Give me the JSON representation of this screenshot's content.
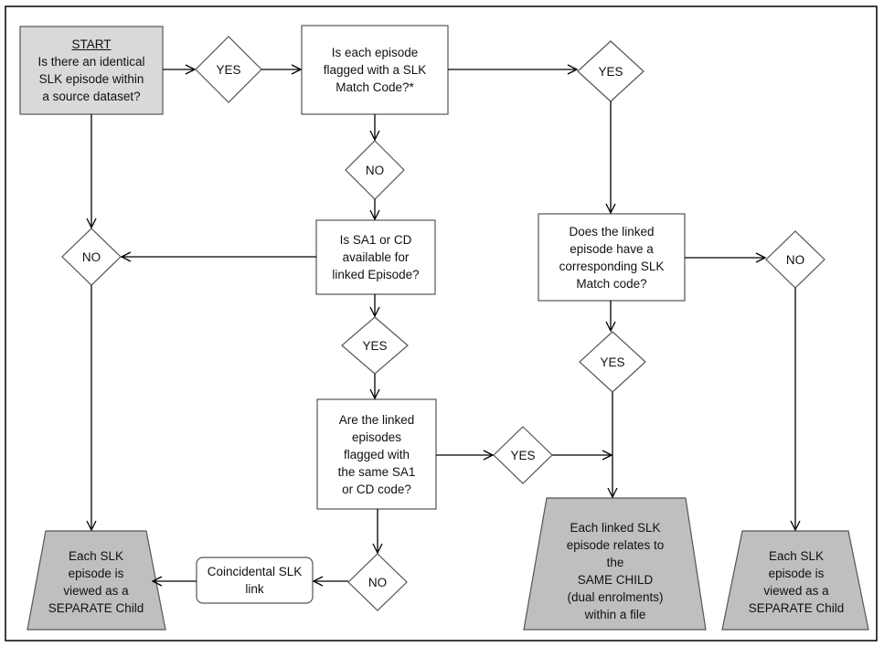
{
  "start": {
    "heading": "START",
    "lines": [
      "Is there an identical",
      "SLK episode within",
      "a source dataset?"
    ]
  },
  "q_flagged": {
    "lines": [
      "Is each episode",
      "flagged with a SLK",
      "Match Code?*"
    ]
  },
  "q_sa1": {
    "lines": [
      "Is SA1 or CD",
      "available for",
      "linked Episode?"
    ]
  },
  "q_same_code": {
    "lines": [
      "Are the linked",
      "episodes",
      "flagged with",
      "the same SA1",
      "or CD code?"
    ]
  },
  "q_corresponding": {
    "lines": [
      "Does the linked",
      "episode have a",
      "corresponding SLK",
      "Match code?"
    ]
  },
  "coincidental": {
    "lines": [
      "Coincidental SLK",
      "link"
    ]
  },
  "out_separate_left": {
    "lines": [
      "Each SLK",
      "episode is",
      "viewed as a",
      "SEPARATE Child"
    ]
  },
  "out_same_child": {
    "lines": [
      "Each linked SLK",
      "episode relates to",
      "the",
      "SAME CHILD",
      "(dual enrolments)",
      "within a file"
    ]
  },
  "out_separate_right": {
    "lines": [
      "Each SLK",
      "episode is",
      "viewed as a",
      "SEPARATE Child"
    ]
  },
  "decisions": {
    "yes_1": "YES",
    "yes_2": "YES",
    "no_1": "NO",
    "no_2": "NO",
    "yes_3": "YES",
    "no_3": "NO",
    "yes_4": "YES",
    "yes_5": "YES",
    "no_4": "NO"
  },
  "colors": {
    "fill_gray": "#bfbfbf",
    "fill_light": "#d9d9d9",
    "stroke": "#000000"
  }
}
